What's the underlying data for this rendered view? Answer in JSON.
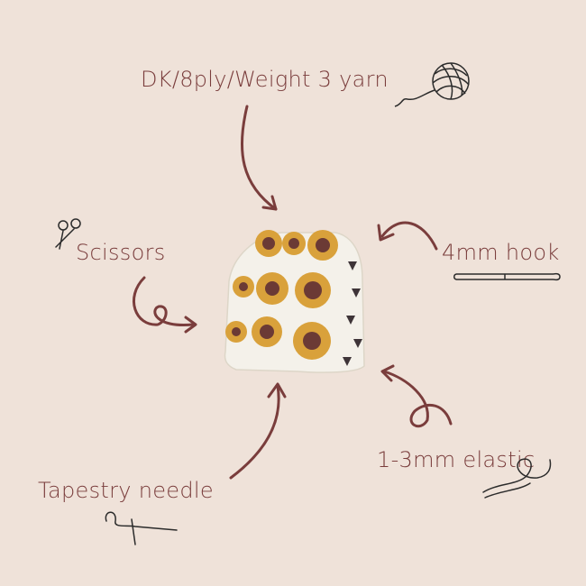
{
  "colors": {
    "background": "#efe2d9",
    "text": "#7a3d3c",
    "arrow": "#7a3d3c",
    "sketch": "#2b2b2b",
    "crochet_white": "#f4f1ea",
    "crochet_yellow": "#d9a13b",
    "crochet_brown": "#6b3a35"
  },
  "labels": {
    "yarn": "DK/8ply/Weight 3 yarn",
    "scissors": "Scissors",
    "hook": "4mm hook",
    "elastic": "1-3mm elastic",
    "needle": "Tapestry needle"
  },
  "icons": {
    "yarn": "yarn-ball-icon",
    "scissors": "scissors-icon",
    "hook": "crochet-hook-icon",
    "elastic": "elastic-cord-icon",
    "needle": "tapestry-needle-icon"
  },
  "photo": {
    "subject": "sunflower granny square crochet bag"
  }
}
